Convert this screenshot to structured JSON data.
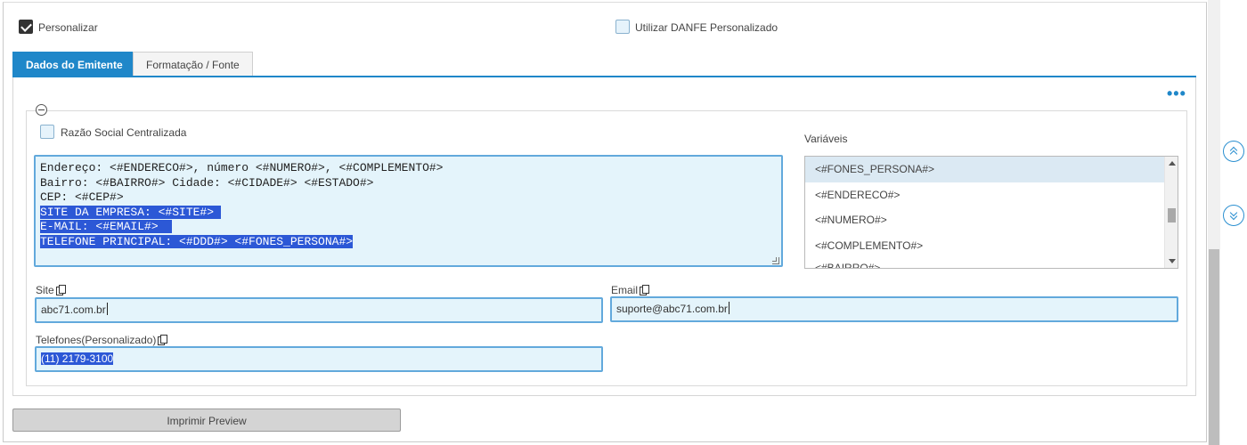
{
  "options": {
    "personalizar_label": "Personalizar",
    "personalizar_checked": true,
    "danfe_label": "Utilizar DANFE Personalizado",
    "danfe_checked": false
  },
  "tabs": [
    {
      "label": "Dados do Emitente",
      "active": true
    },
    {
      "label": "Formatação / Fonte",
      "active": false
    }
  ],
  "section": {
    "razao_label": "Razão Social Centralizada",
    "template_lines": [
      "Endereço: <#ENDERECO#>, número <#NUMERO#>, <#COMPLEMENTO#>",
      "Bairro: <#BAIRRO#> Cidade: <#CIDADE#> <#ESTADO#>",
      "CEP: <#CEP#>",
      "SITE DA EMPRESA: <#SITE#> ",
      "E-MAIL: <#EMAIL#>  ",
      "TELEFONE PRINCIPAL: <#DDD#> <#FONES_PERSONA#>"
    ]
  },
  "variables": {
    "title": "Variáveis",
    "items": [
      "<#FONES_PERSONA#>",
      "<#ENDERECO#>",
      "<#NUMERO#>",
      "<#COMPLEMENTO#>",
      "<#BAIRRO#>"
    ]
  },
  "fields": {
    "site_label": "Site",
    "site_value": "abc71.com.br",
    "email_label": "Email",
    "email_value": "suporte@abc71.com.br",
    "telefones_label": "Telefones(Personalizado)",
    "telefones_value": "(11) 2179-3100"
  },
  "actions": {
    "preview_label": "Imprimir Preview"
  }
}
